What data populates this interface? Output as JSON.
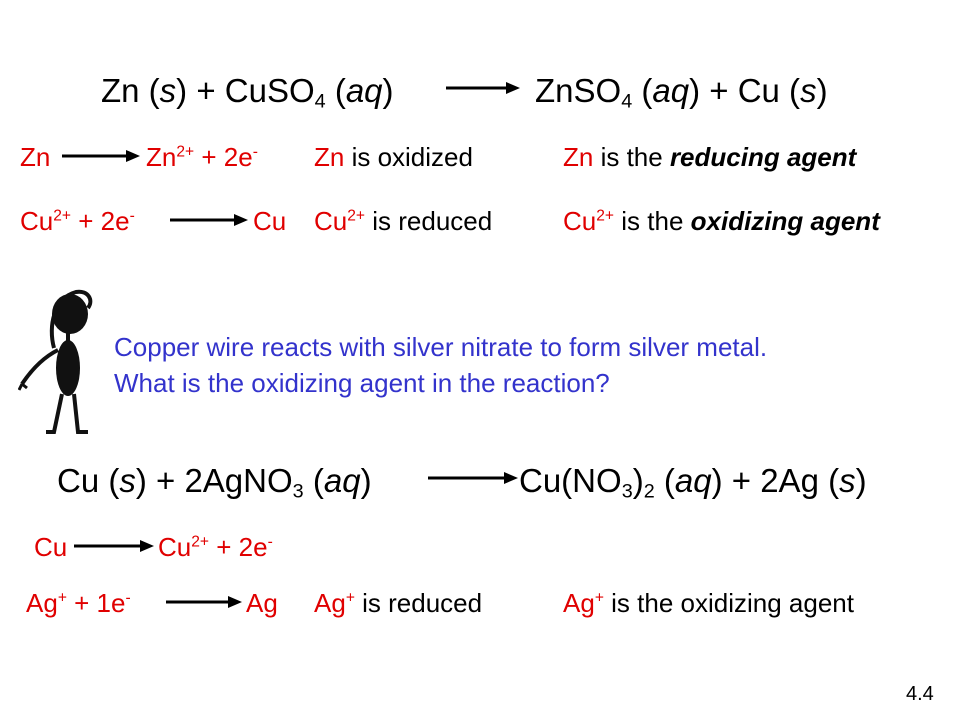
{
  "eq1": {
    "left_a": "Zn (",
    "left_state_a": "s",
    "left_b": ") + CuSO",
    "left_sub": "4",
    "left_c": " (",
    "left_state_b": "aq",
    "left_d": ")",
    "right_a": "ZnSO",
    "right_sub": "4",
    "right_b": " (",
    "right_state_a": "aq",
    "right_c": ") + Cu (",
    "right_state_b": "s",
    "right_d": ")"
  },
  "half1": {
    "lhs": "Zn",
    "rhs_base": "Zn",
    "rhs_sup": "2+",
    "rhs_rest": " + 2e",
    "rhs_sup2": "-",
    "status_species": "Zn",
    "status_text": " is oxidized",
    "agent_species": "Zn",
    "agent_text": " is the ",
    "agent_role": "reducing agent"
  },
  "half2": {
    "lhs_base": "Cu",
    "lhs_sup": "2+",
    "lhs_rest": " + 2e",
    "lhs_sup2": "-",
    "rhs": "Cu",
    "status_species": "Cu",
    "status_sup": "2+",
    "status_text": " is reduced",
    "agent_species": "Cu",
    "agent_sup": "2+",
    "agent_text": " is the ",
    "agent_role": "oxidizing agent"
  },
  "question": {
    "line1": "Copper wire reacts with silver nitrate to form silver metal.",
    "line2": "What is the oxidizing agent in the reaction?"
  },
  "eq2": {
    "left_a": "Cu (",
    "left_state_a": "s",
    "left_b": ") + 2AgNO",
    "left_sub": "3",
    "left_c": " (",
    "left_state_b": "aq",
    "left_d": ")",
    "right_a": "Cu(NO",
    "right_sub1": "3",
    "right_b": ")",
    "right_sub2": "2",
    "right_c": " (",
    "right_state_a": "aq",
    "right_d": ") + 2Ag (",
    "right_state_b": "s",
    "right_e": ")"
  },
  "half3": {
    "lhs": "Cu",
    "rhs_base": "Cu",
    "rhs_sup": "2+",
    "rhs_rest": " + 2e",
    "rhs_sup2": "-"
  },
  "half4": {
    "lhs_base": "Ag",
    "lhs_sup": "+",
    "lhs_rest": " + 1e",
    "lhs_sup2": "-",
    "rhs": "Ag",
    "status_species": "Ag",
    "status_sup": "+",
    "status_text": " is reduced",
    "agent_species": "Ag",
    "agent_sup": "+",
    "agent_text": " is the oxidizing agent"
  },
  "slide_number": "4.4",
  "colors": {
    "red": "#e00000",
    "blue": "#3333cc",
    "text": "#000000"
  },
  "icons": {
    "thinking_figure": "thinking-person-clipart"
  }
}
